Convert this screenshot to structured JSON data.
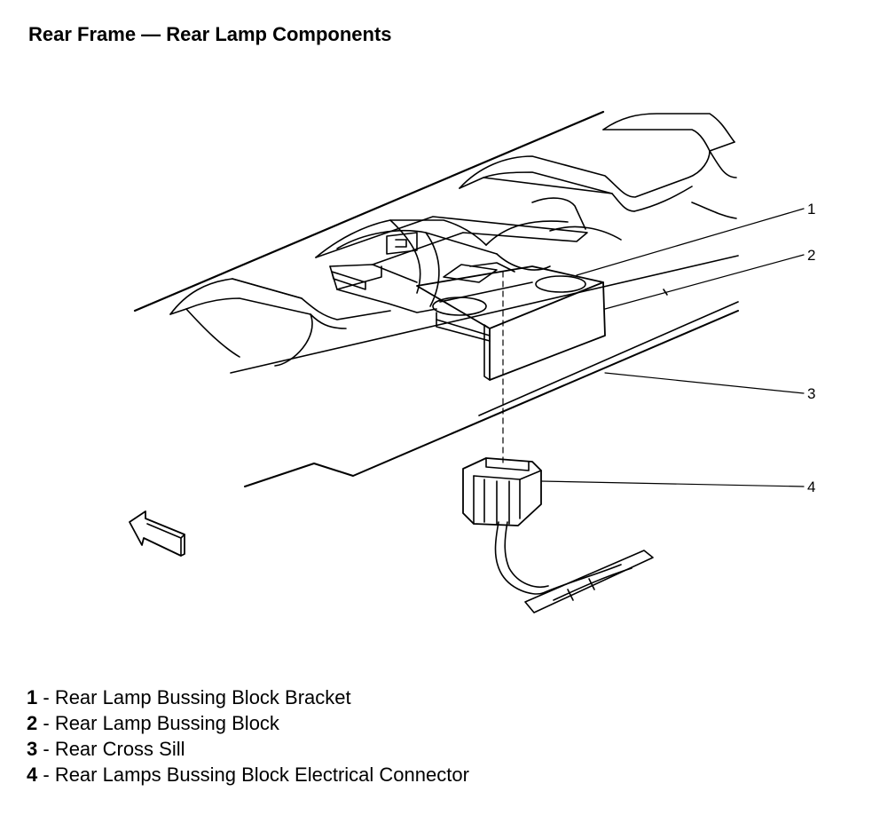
{
  "title": "Rear Frame — Rear Lamp Components",
  "callouts": [
    {
      "number": "1",
      "label": "Rear Lamp Bussing Block Bracket"
    },
    {
      "number": "2",
      "label": "Rear Lamp Bussing Block"
    },
    {
      "number": "3",
      "label": "Rear Cross Sill"
    },
    {
      "number": "4",
      "label": "Rear Lamps Bussing Block Electrical Connector"
    }
  ],
  "legend_separator": " - "
}
